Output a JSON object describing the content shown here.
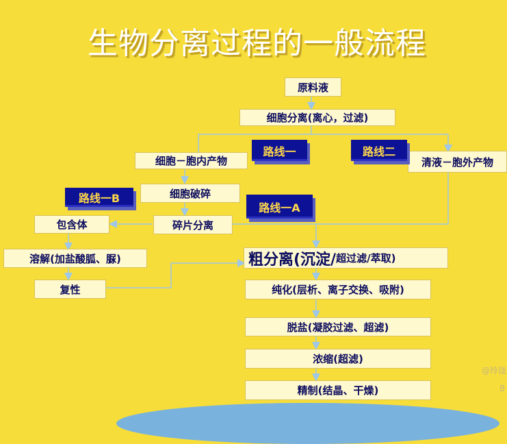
{
  "title": "生物分离过程的一般流程",
  "nodes": {
    "raw_liquid": "原料液",
    "cell_separation": "细胞分离(离心，过滤)",
    "intracellular": "细胞－胞内产物",
    "extracellular": "清液－胞外产物",
    "cell_disruption": "细胞破碎",
    "debris_separation": "碎片分离",
    "inclusion_body": "包含体",
    "dissolution": "溶解(加盐酸胍、脲)",
    "renaturation": "复性",
    "crude_separation_main": "粗分离(沉淀/",
    "crude_separation_rest": "超过滤/萃取)",
    "purification": "纯化(层析、离子交换、吸附)",
    "desalting": "脱盐(凝胶过滤、超滤)",
    "concentration": "浓缩(超滤)",
    "refining": "精制(结晶、干燥)"
  },
  "routes": {
    "route1": "路线一",
    "route2": "路线二",
    "route1b": "路线一B",
    "route1a": "路线一A"
  },
  "watermark": {
    "line1": "@玲珑",
    "line2": "B"
  },
  "colors": {
    "background": "#f7dd3a",
    "box_fill": "#fff9cf",
    "box_text": "#0b0b5e",
    "route_fill": "#0d1196",
    "route_text": "#ffd84a",
    "arrow": "#9ec7e8"
  }
}
